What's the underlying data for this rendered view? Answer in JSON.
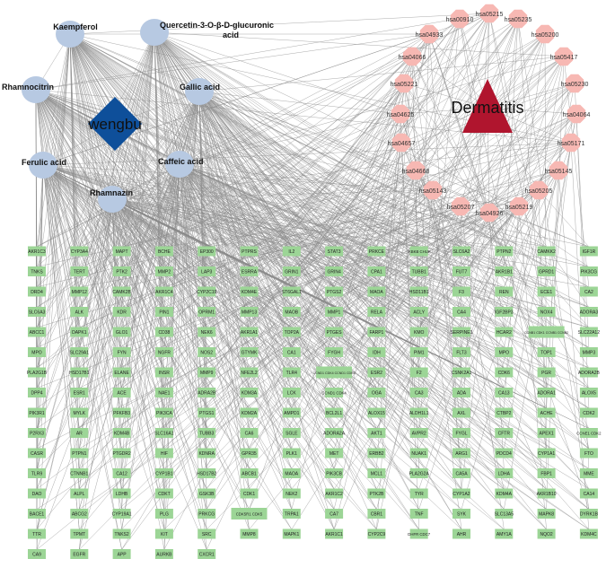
{
  "colors": {
    "edge": "#8a8a8a",
    "compound": "#b7c9e2",
    "herb": "#0e4f9a",
    "disease": "#b0152e",
    "pathway": "#f7b8b3",
    "target": "#9cd596"
  },
  "herb": {
    "label": "wengbu",
    "shape": "diamond"
  },
  "disease": {
    "label": "Dermatitis",
    "shape": "triangle"
  },
  "compounds": [
    "Kaempferol",
    "Quercetin-3-O-β-D-glucuronic acid",
    "Rhamnocitrin",
    "Gallic acid",
    "Ferulic acid",
    "Caffeic acid",
    "Rhamnazin"
  ],
  "pathways": [
    "hsa05215",
    "hsa05235",
    "hsa05200",
    "hsa05417",
    "hsa05230",
    "hsa04064",
    "hsa05171",
    "hsa05145",
    "hsa05205",
    "hsa05219",
    "hsa04926",
    "hsa05207",
    "hsa05143",
    "hsa04668",
    "hsa04657",
    "hsa04625",
    "hsa05221",
    "hsa04066",
    "hsa04933",
    "hsa00910"
  ],
  "targets": [
    [
      "AKR1C3",
      "CYP3A4",
      "MAPT",
      "BCHE",
      "EP300",
      "PTPRS",
      "IL2",
      "STAT3",
      "PRKCE",
      "IKBKB CHUK",
      "SLC6A2",
      "PTPN2",
      "CAMKK2",
      "IGF1R"
    ],
    [
      "TNKS",
      "TERT",
      "PTK2",
      "MMP2",
      "LAP3",
      "ESRRA",
      "GRIN1",
      "GRIN4",
      "CPA1",
      "TUBB1",
      "FUT7",
      "AKR1B1",
      "GPRD1",
      "PIK3CG"
    ],
    [
      "DRD4",
      "MMP12",
      "CAMK2B",
      "AKR1C4",
      "CYP2C19",
      "KDM4E",
      "ST6GAL1",
      "PTGS2",
      "MAOA",
      "HSD11B1",
      "F3",
      "REN",
      "ECE1",
      "CA2"
    ],
    [
      "SLC6A3",
      "ALK",
      "KDR",
      "PIN1",
      "OPRM1",
      "MMP13",
      "MAOB",
      "MMP1",
      "RELA",
      "ACLY",
      "CA4",
      "IGF2BP3",
      "NOX4",
      "ADORA3"
    ],
    [
      "ABCC1",
      "DAPK1",
      "GLO1",
      "CD38",
      "NEK6",
      "AKR1A1",
      "TOP2A",
      "PTGES",
      "FARP1",
      "KMO",
      "SERPINE1",
      "HCAR2",
      "CCNB1 CDK1 CCNB1 CCNB2",
      "SLC22A12"
    ],
    [
      "MPO",
      "SLC29A1",
      "FYN",
      "NGFR",
      "NOS2",
      "GTYMK",
      "CA1",
      "FYGH",
      "IDH",
      "PIM1",
      "FLT3",
      "MPO",
      "TOP1",
      "MMP3"
    ],
    [
      "PLA2G1B",
      "HSD17B1",
      "ELANE",
      "INSR",
      "MMP9",
      "NFE2L2",
      "TLR4",
      "CCND1 CDK4 CCND1 CDK6",
      "ESR2",
      "F2",
      "CSNK2A1",
      "CDK6",
      "PGR",
      "ADORA2B"
    ],
    [
      "DPP4",
      "ESR1",
      "ACE",
      "NAE1",
      "ADRA2B",
      "KDM3A",
      "LCK",
      "CCND1 CDK4",
      "OGA",
      "CA3",
      "ADA",
      "CA13",
      "ADORA1",
      "ALOX5"
    ],
    [
      "PIK3R1",
      "MYLK",
      "PFKFB3",
      "PIK3CA",
      "PTGS1",
      "KDM2A",
      "AMPD1",
      "BCL2L1",
      "ALOX15",
      "ALDH1L1",
      "AXL",
      "CTBP2",
      "ACHE",
      "CDK2"
    ],
    [
      "P2RX3",
      "AR",
      "KDM4B",
      "SLC16A1",
      "TUBB3",
      "CA6",
      "SGLE",
      "ADORA2A",
      "AKT1",
      "AVPR2",
      "FYGL",
      "CFTR",
      "APEX1",
      "CCNE1 CDK2"
    ],
    [
      "CASR",
      "PTPN1",
      "PTGDR2",
      "HIF",
      "KDNRA",
      "GPR35",
      "PLK1",
      "MET",
      "ERBB2",
      "NUAK1",
      "ARG1",
      "PDCD4",
      "CYP1A1",
      "FTO"
    ],
    [
      "TLR9",
      "CTNNB1",
      "CA12",
      "CYP1B1",
      "HSD17B2",
      "ABCB1",
      "MAOA",
      "PIK3CB",
      "MCL1",
      "PLA2G2A",
      "CA5A",
      "LDHA",
      "FBP1",
      "MME"
    ],
    [
      "DAO",
      "ALPL",
      "LDHB",
      "CDKT",
      "GSK3B",
      "CDK1",
      "NEK2",
      "AKR1C2",
      "PTK2B",
      "TYR",
      "CYP1A2",
      "KDM4A",
      "AKR1B10",
      "CA14"
    ],
    [
      "BACE1",
      "ABCG2",
      "CYP19A1",
      "PLG",
      "PRKCG",
      "CDK5R1 CDK5",
      "TRPA1",
      "CA7",
      "CBR1",
      "TNF",
      "SYK",
      "SLC13A5",
      "MAPK8",
      "DYRK1B"
    ],
    [
      "TTR",
      "TPMT",
      "TNKS2",
      "KIT",
      "SRC",
      "MMP8",
      "MAPK1",
      "AKR1C1",
      "CYP2C9",
      "DHFR CDC7",
      "AHR",
      "AMY1A",
      "NQO2",
      "KDM4C"
    ],
    [
      "CA9",
      "EGFR",
      "APP",
      "AURKB",
      "CXCR1",
      "",
      "",
      "",
      "",
      "",
      "",
      "",
      "",
      ""
    ]
  ]
}
